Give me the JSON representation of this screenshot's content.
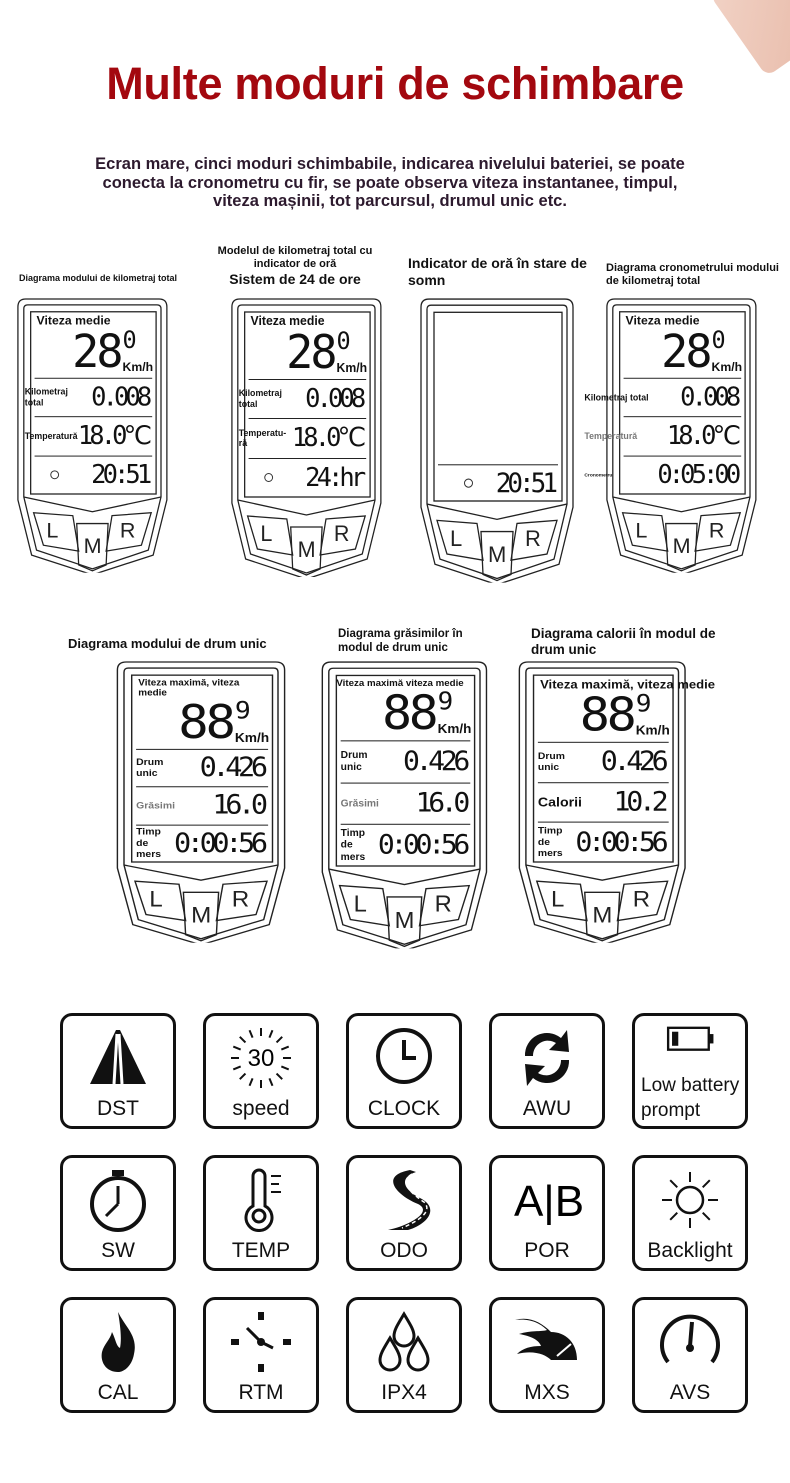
{
  "title": "Multe moduri de schimbare",
  "subtitle": "Ecran mare, cinci moduri schimbabile, indicarea nivelului bateriei, se poate conecta la cronometru cu fir, se poate observa viteza instantanee, timpul, viteza mașinii, tot parcursul, drumul unic etc.",
  "buttons": {
    "left": "L",
    "middle": "M",
    "right": "R"
  },
  "devices": [
    {
      "caption": "Diagrama modului de kilometraj total",
      "header": "Viteza medie",
      "speed": "28",
      "speed_decimal": "0",
      "unit": "Km/h",
      "rows": [
        {
          "label": "Kilometraj total",
          "value": "0.008"
        },
        {
          "label": "Temperatură",
          "value": "18.0℃"
        },
        {
          "label": "",
          "value": "20:51",
          "clock": true
        }
      ]
    },
    {
      "caption": "Modelul de kilometraj total cu indicator de oră",
      "caption2": "Sistem de 24 de ore",
      "header": "Viteza medie",
      "speed": "28",
      "speed_decimal": "0",
      "unit": "Km/h",
      "rows": [
        {
          "label": "Kilometraj total",
          "value": "0.008"
        },
        {
          "label": "Temperatu-ră",
          "value": "18.0℃"
        },
        {
          "label": "",
          "value": "24:hr",
          "clock": true
        }
      ]
    },
    {
      "caption": "Indicator de oră în stare de somn",
      "sleep": true,
      "rows": [
        {
          "label": "",
          "value": "20:51",
          "clock": true
        }
      ]
    },
    {
      "caption": "Diagrama cronometrului modului de kilometraj total",
      "header": "Viteza medie",
      "speed": "28",
      "speed_decimal": "0",
      "unit": "Km/h",
      "rows": [
        {
          "label": "Kilometraj total",
          "value": "0.008"
        },
        {
          "label": "Temperatură",
          "value": "18.0℃",
          "muted": true
        },
        {
          "label": "Cronometru",
          "value": "0:05:00"
        }
      ]
    },
    {
      "caption": "Diagrama modului de drum unic",
      "header": "Viteza maximă, viteza medie",
      "speed": "88",
      "speed_decimal": "9",
      "unit": "Km/h",
      "rows": [
        {
          "label": "Drum unic",
          "value": "0.426"
        },
        {
          "label": "Grăsimi",
          "value": "16.0",
          "muted": true
        },
        {
          "label": "Timp de mers",
          "value": "0:00:56"
        }
      ]
    },
    {
      "caption": "Diagrama grăsimilor în modul de drum unic",
      "header": "Viteza maximă viteza medie",
      "speed": "88",
      "speed_decimal": "9",
      "unit": "Km/h",
      "rows": [
        {
          "label": "Drum unic",
          "value": "0.426"
        },
        {
          "label": "Grăsimi",
          "value": "16.0",
          "muted": true
        },
        {
          "label": "Timp de mers",
          "value": "0:00:56"
        }
      ]
    },
    {
      "caption": "Diagrama calorii în modul de drum unic",
      "header": "Viteza maximă, viteza medie",
      "speed": "88",
      "speed_decimal": "9",
      "unit": "Km/h",
      "rows": [
        {
          "label": "Drum unic",
          "value": "0.426"
        },
        {
          "label": "Calorii",
          "value": "10.2"
        },
        {
          "label": "Timp de mers",
          "value": "0:00:56"
        }
      ]
    }
  ],
  "features": [
    {
      "icon": "road-icon",
      "label": "DST"
    },
    {
      "icon": "speed-icon",
      "icon_text": "30",
      "label": "speed"
    },
    {
      "icon": "clock-icon",
      "label": "CLOCK"
    },
    {
      "icon": "refresh-icon",
      "label": "AWU"
    },
    {
      "icon": "battery-icon",
      "label": "Low battery prompt"
    },
    {
      "icon": "stopwatch-icon",
      "label": "SW"
    },
    {
      "icon": "thermometer-icon",
      "label": "TEMP"
    },
    {
      "icon": "winding-road-icon",
      "label": "ODO"
    },
    {
      "icon": "ab-icon",
      "icon_text": "A|B",
      "label": "POR"
    },
    {
      "icon": "sun-icon",
      "label": "Backlight"
    },
    {
      "icon": "flame-icon",
      "label": "CAL"
    },
    {
      "icon": "time-dial-icon",
      "label": "RTM"
    },
    {
      "icon": "water-drops-icon",
      "label": "IPX4"
    },
    {
      "icon": "speedometer-wing-icon",
      "label": "MXS"
    },
    {
      "icon": "gauge-icon",
      "label": "AVS"
    }
  ]
}
